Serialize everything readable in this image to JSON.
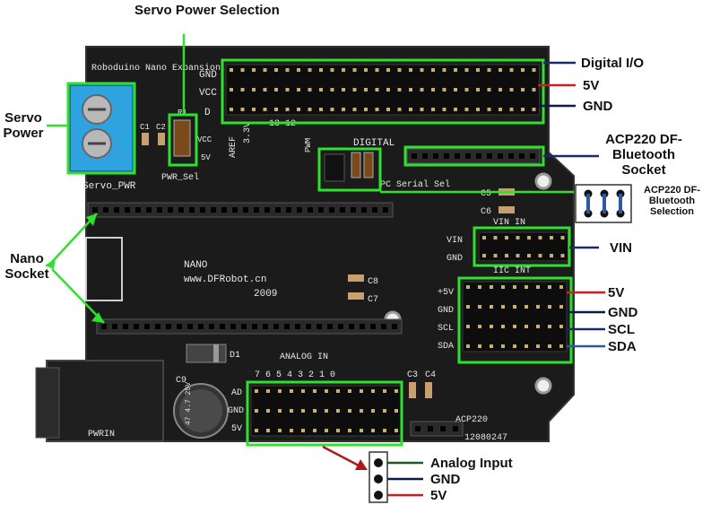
{
  "colors": {
    "highlight": "#2fe02f",
    "pcb": "#1b1b1b",
    "line_digital": "#1a2a6c",
    "line_5v": "#cc1f1f",
    "line_gnd": "#0c1a4a",
    "line_scl": "#1a2a6c",
    "line_sda": "#2a5aa0",
    "line_analog": "#1c5a1c",
    "arrow_red": "#b01818",
    "terminal_blue": "#2ea3e0"
  },
  "callouts": {
    "servo_power_selection": "Servo Power Selection",
    "servo_power": "Servo Power",
    "nano_socket": "Nano Socket",
    "digital_io": "Digital I/O",
    "digital_5v": "5V",
    "digital_gnd": "GND",
    "acp220_socket": "ACP220 DF-Bluetooth Socket",
    "acp220_selection": "ACP220 DF-Bluetooth Selection",
    "vin": "VIN",
    "i2c_5v": "5V",
    "i2c_gnd": "GND",
    "i2c_scl": "SCL",
    "i2c_sda": "SDA",
    "analog_input": "Analog Input",
    "analog_gnd": "GND",
    "analog_5v": "5V"
  },
  "silkscreen": {
    "board_name": "Roboduino Nano Expansion",
    "gnd": "GND",
    "vcc": "VCC",
    "d": "D",
    "aref": "AREF",
    "v33": "3.3V",
    "pins_high": "13 12",
    "pwm": "PWM",
    "digital": "DIGITAL",
    "serial_sel": "PC Serial Sel",
    "servo_pwr": "Servo_PWR",
    "pwr_sel": "PWR_Sel",
    "c1": "C1",
    "c2": "C2",
    "r1": "R1",
    "vcc2": "VCC",
    "v5": "5V",
    "nano": "NANO",
    "url": "www.DFRobot.cn",
    "year": "2009",
    "c8": "C8",
    "c7": "C7",
    "c5": "C5",
    "c6": "C6",
    "vin_in": "VIN IN",
    "vin": "VIN",
    "gnd2": "GND",
    "iic": "IIC INT",
    "p5v": "+5V",
    "gnd3": "GND",
    "scl": "SCL",
    "sda": "SDA",
    "analog_in": "ANALOG IN",
    "analog_nums": "7 6 5 4 3 2 1 0",
    "ad": "AD",
    "gnd4": "GND",
    "v5b": "5V",
    "d1": "D1",
    "c9": "C9",
    "c3": "C3",
    "c4": "C4",
    "cap_text": "47 4.7 25V",
    "pwrin": "PWRIN",
    "acp": "ACP220",
    "date": "12080247"
  }
}
